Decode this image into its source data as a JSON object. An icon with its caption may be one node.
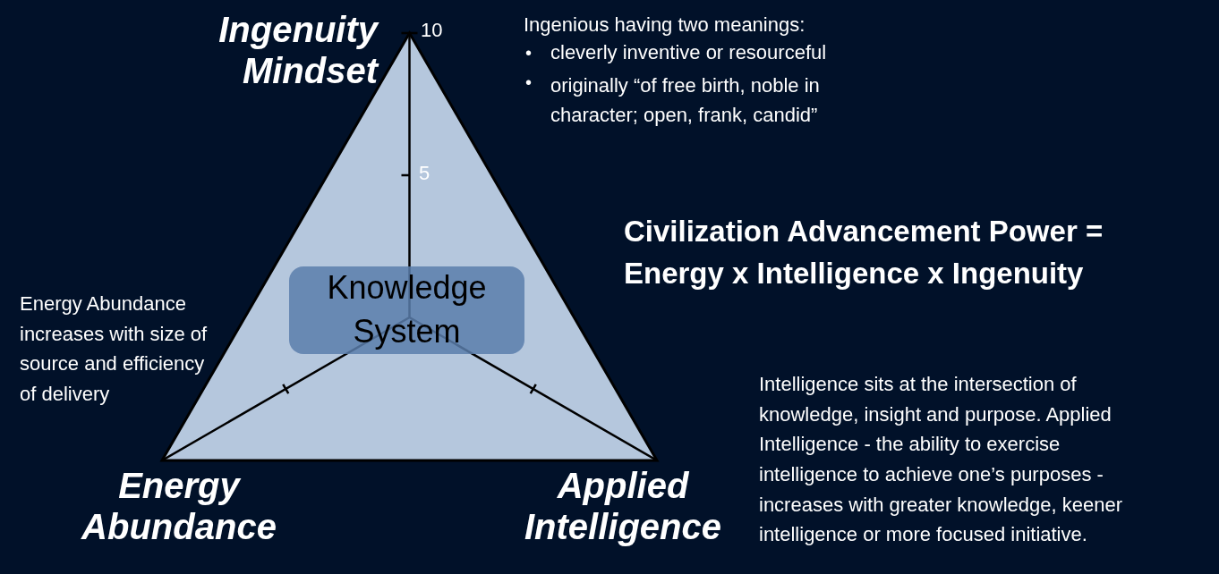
{
  "diagram": {
    "nodes": [
      {
        "text": [],
        "shape": "triangle"
      },
      {
        "text": [
          "Knowledge System"
        ],
        "in": 0
      }
    ],
    "labels": [
      "Ingenuity Mindset",
      "10",
      "5",
      "Ingenious having two meanings:",
      "•",
      "cleverly inventive or resourceful",
      "•",
      "originally “of free birth, noble in character; open, frank, candid”",
      "Civilization Advancement Power = Energy x Intelligence x Ingenuity",
      "Energy Abundance increases with size of source and efficiency of delivery",
      "Energy Abundance",
      "Applied Intelligence",
      "Intelligence sits at the intersection of knowledge, insight and purpose.  Applied Intelligence - the ability to exercise intelligence to achieve one’s purposes - increases with greater knowledge, keener intelligence or more focused initiative."
    ]
  }
}
